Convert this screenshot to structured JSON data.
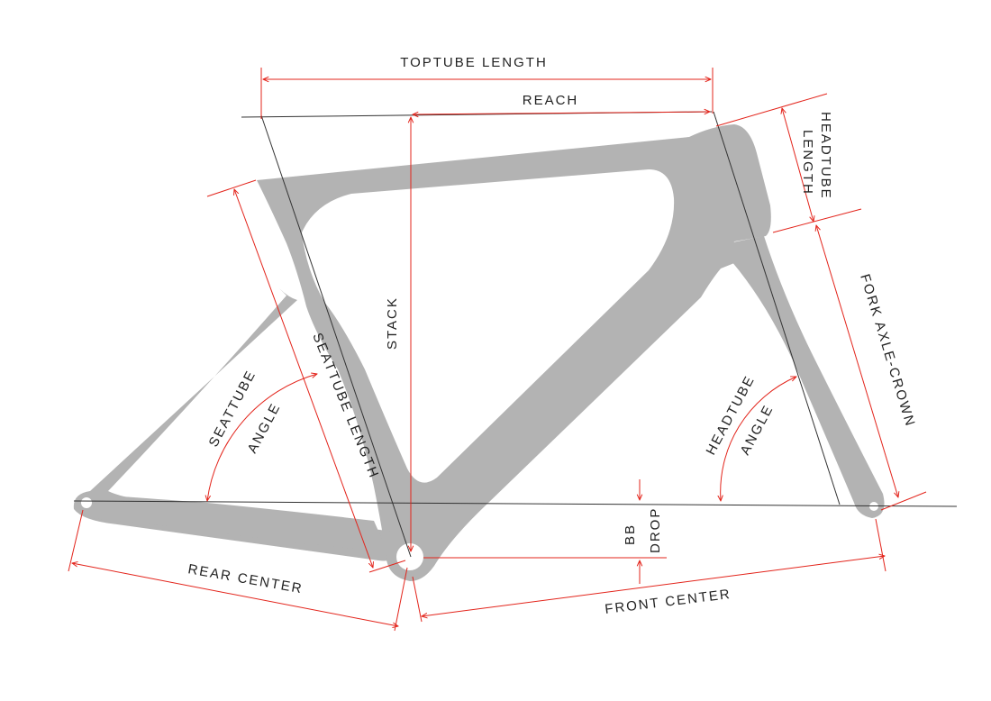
{
  "colors": {
    "frame": "#b3b3b3",
    "dimension_line": "#e3241b",
    "reference_line": "#333333",
    "label_text": "#222222",
    "background": "#ffffff"
  },
  "labels": {
    "toptube_length": "TOPTUBE LENGTH",
    "reach": "REACH",
    "headtube_length_1": "HEADTUBE",
    "headtube_length_2": "LENGTH",
    "stack": "STACK",
    "seattube_length": "SEATTUBE LENGTH",
    "seattube_angle_1": "SEATTUBE",
    "seattube_angle_2": "ANGLE",
    "fork_axle_crown": "FORK AXLE-CROWN",
    "headtube_angle_1": "HEADTUBE",
    "headtube_angle_2": "ANGLE",
    "bb_drop_1": "BB",
    "bb_drop_2": "DROP",
    "rear_center": "REAR CENTER",
    "front_center": "FRONT CENTER"
  }
}
